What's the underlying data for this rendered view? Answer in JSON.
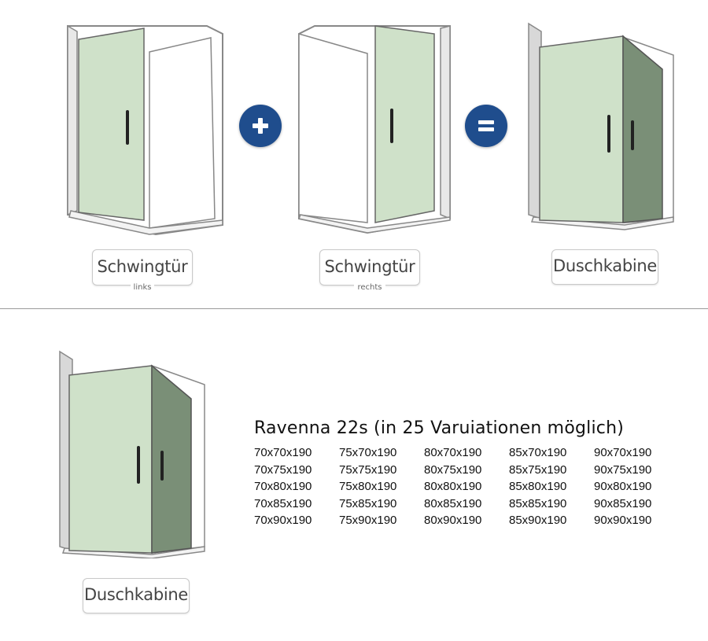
{
  "labels": {
    "top_left": {
      "main": "Schwingtür",
      "sub": "links"
    },
    "top_middle": {
      "main": "Schwingtür",
      "sub": "rechts"
    },
    "top_right": {
      "main": "Duschkabine"
    },
    "bottom": {
      "main": "Duschkabine"
    }
  },
  "operators": {
    "plus": "plus-icon",
    "equals": "equals-icon"
  },
  "colors": {
    "glass": "#cfe1c9",
    "glass_dark": "#7a8f77",
    "operator": "#1f4d8d"
  },
  "product": {
    "title": "Ravenna 22s (in 25 Varuiationen möglich)",
    "sizes": [
      [
        "70x70x190",
        "75x70x190",
        "80x70x190",
        "85x70x190",
        "90x70x190"
      ],
      [
        "70x75x190",
        "75x75x190",
        "80x75x190",
        "85x75x190",
        "90x75x190"
      ],
      [
        "70x80x190",
        "75x80x190",
        "80x80x190",
        "85x80x190",
        "90x80x190"
      ],
      [
        "70x85x190",
        "75x85x190",
        "80x85x190",
        "85x85x190",
        "90x85x190"
      ],
      [
        "70x90x190",
        "75x90x190",
        "80x90x190",
        "85x90x190",
        "90x90x190"
      ]
    ]
  }
}
